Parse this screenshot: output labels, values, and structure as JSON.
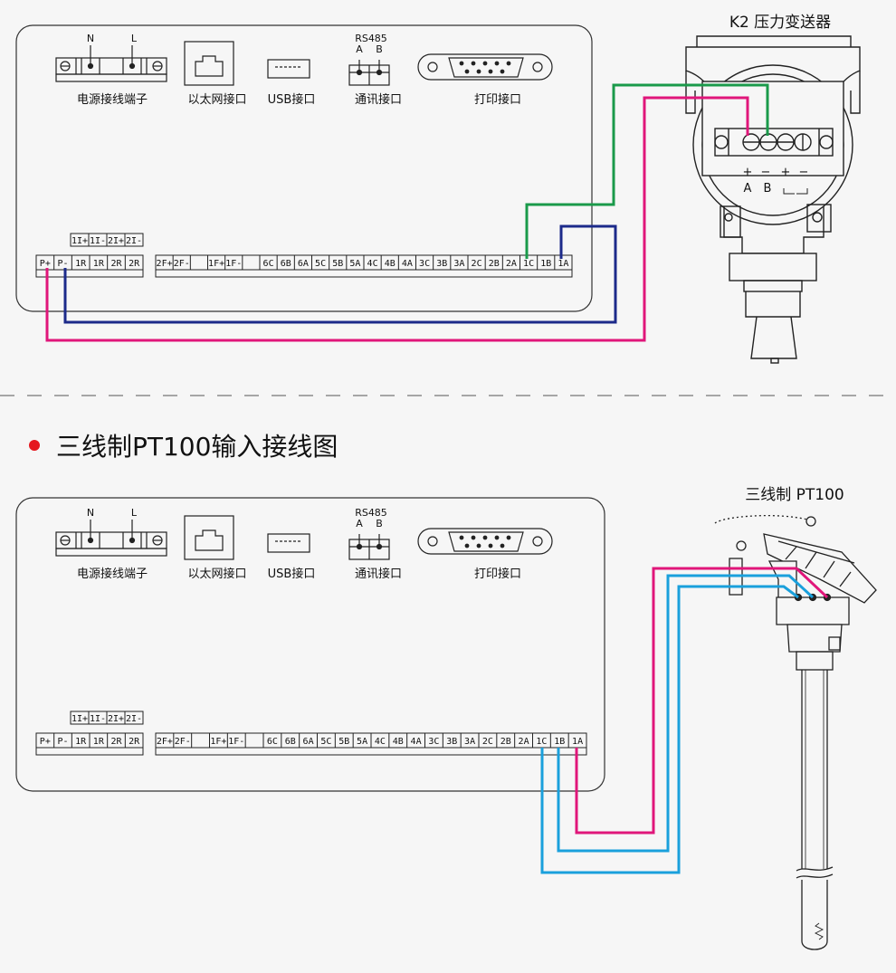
{
  "diagram1": {
    "device_title": "K2 压力变送器",
    "device_terminals": [
      "A",
      "B"
    ],
    "device_sign_labels": [
      "+",
      "−",
      "+",
      "−"
    ]
  },
  "section2": {
    "title": "三线制PT100输入接线图",
    "device_title": "三线制 PT100"
  },
  "panel": {
    "power_label": "电源接线端子",
    "power_terms": [
      "N",
      "L"
    ],
    "ethernet_label": "以太网接口",
    "usb_label": "USB接口",
    "comm_label": "通讯接口",
    "comm_top": "RS485",
    "comm_terms": [
      "A",
      "B"
    ],
    "print_label": "打印接口",
    "small_upper": [
      "1I+",
      "1I-",
      "2I+",
      "2I-"
    ],
    "small_lower": [
      "P+",
      "P-",
      "1R",
      "1R",
      "2R",
      "2R"
    ],
    "main_terms": [
      "2F+",
      "2F-",
      "",
      "1F+",
      "1F-",
      "",
      "6C",
      "6B",
      "6A",
      "5C",
      "5B",
      "5A",
      "4C",
      "4B",
      "4A",
      "3C",
      "3B",
      "3A",
      "2C",
      "2B",
      "2A",
      "1C",
      "1B",
      "1A"
    ]
  },
  "colors": {
    "pink": "#e0167a",
    "green": "#1a9a4a",
    "navy": "#1c2a8a",
    "cyan": "#1aa0dc",
    "bullet": "#e5171e"
  },
  "icons": [
    "power-terminal-icon",
    "ethernet-port-icon",
    "usb-port-icon",
    "rs485-terminal-icon",
    "db9-port-icon",
    "pressure-transmitter-icon",
    "pt100-sensor-icon"
  ]
}
